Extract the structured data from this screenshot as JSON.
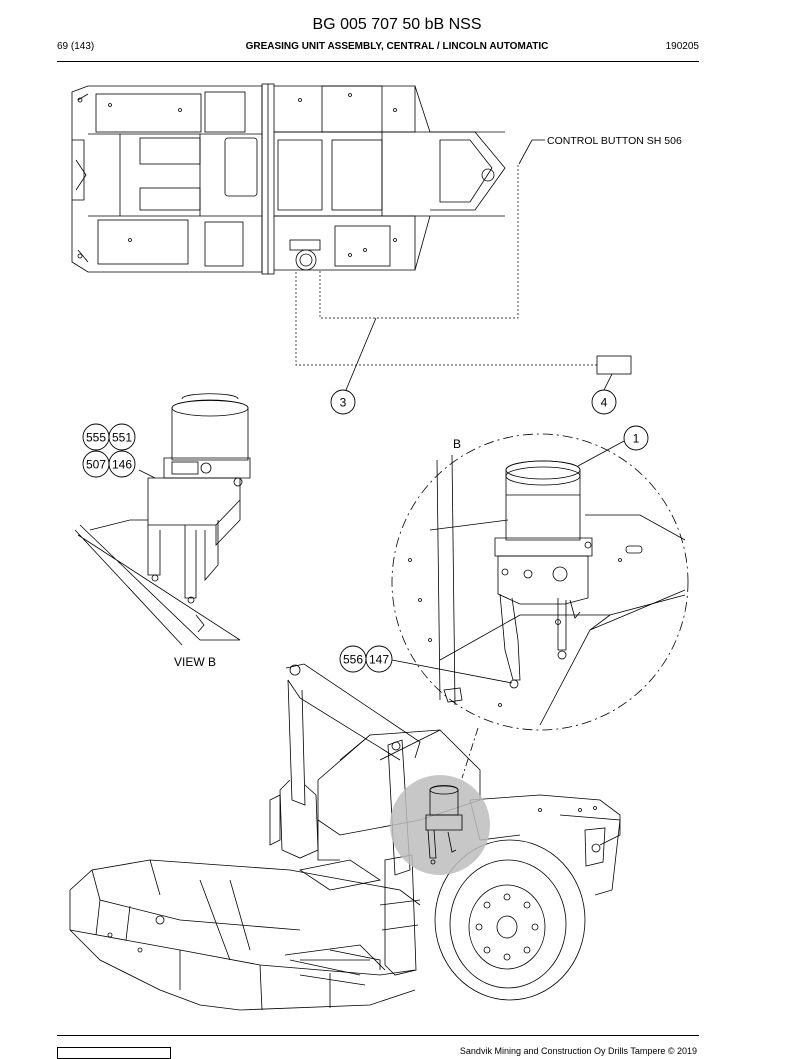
{
  "header": {
    "doc_id": "BG 005 707 50 bB NSS",
    "page": "69 (143)",
    "section_title": "GREASING UNIT ASSEMBLY, CENTRAL / LINCOLN AUTOMATIC",
    "date_code": "190205"
  },
  "diagram": {
    "annotations": {
      "control_button": "CONTROL BUTTON SH 506",
      "view_b_label": "VIEW B",
      "detail_b_label": "B"
    },
    "callouts": [
      "3",
      "4",
      "1",
      "555",
      "551",
      "507",
      "146",
      "556",
      "147"
    ]
  },
  "footer": {
    "copyright": "Sandvik Mining and Construction Oy Drills Tampere © 2019"
  },
  "colors": {
    "line": "#000000",
    "highlight_circle": "#bdbdbd",
    "background": "#ffffff"
  }
}
